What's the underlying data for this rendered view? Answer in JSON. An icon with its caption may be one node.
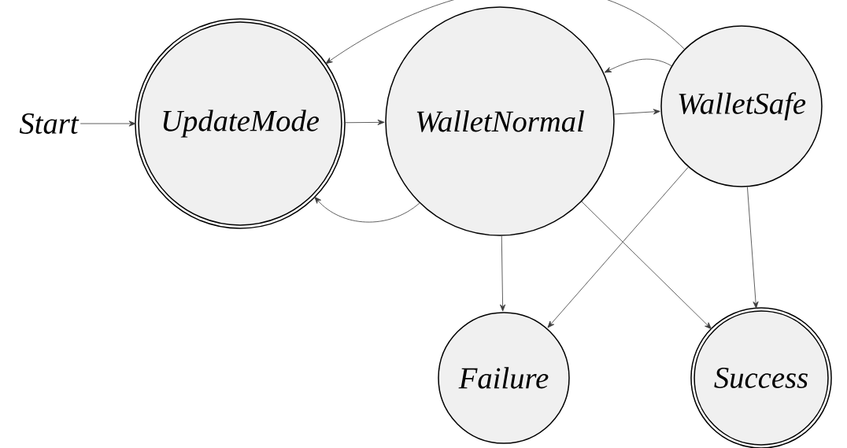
{
  "diagram": {
    "nodes": [
      {
        "text": [
          "Start"
        ]
      },
      {
        "text": [
          "UpdateMode"
        ]
      },
      {
        "text": [
          "WalletNormal"
        ]
      },
      {
        "text": [
          "WalletSafe"
        ]
      },
      {
        "text": [
          "Failure"
        ]
      },
      {
        "text": [
          "Success"
        ]
      }
    ],
    "edges": [
      {
        "from": 0,
        "to": 1,
        "arrow": "to"
      },
      {
        "from": 1,
        "to": 2,
        "arrow": "to"
      },
      {
        "from": 2,
        "to": 1,
        "arrow": "to"
      },
      {
        "from": 2,
        "to": 3,
        "arrow": "to"
      },
      {
        "from": 3,
        "to": 2,
        "arrow": "to"
      },
      {
        "from": 3,
        "to": 1,
        "arrow": "to"
      },
      {
        "from": 2,
        "to": 4,
        "arrow": "to"
      },
      {
        "from": 2,
        "to": 5,
        "arrow": "to"
      },
      {
        "from": 3,
        "to": 4,
        "arrow": "to"
      },
      {
        "from": 3,
        "to": 5,
        "arrow": "to"
      }
    ]
  }
}
